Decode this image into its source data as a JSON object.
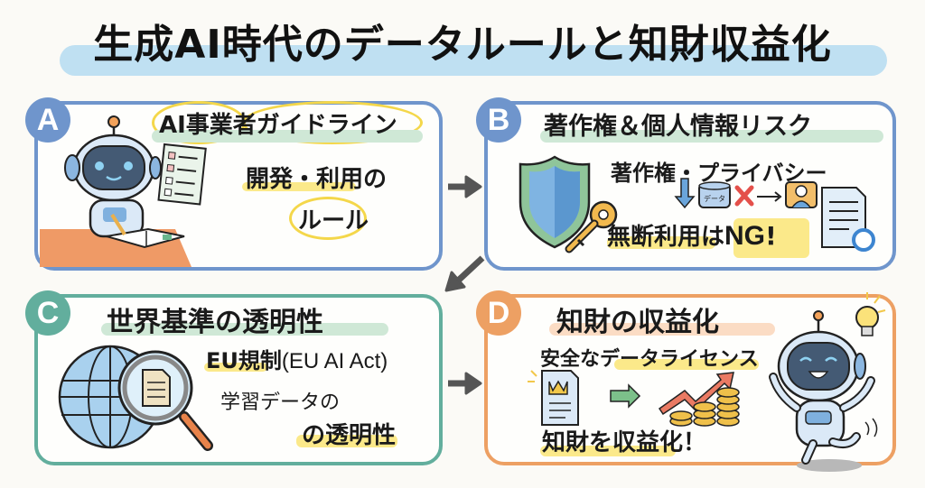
{
  "title": "生成AI時代のデータルールと知財収益化",
  "colors": {
    "blue": "#6f95cc",
    "teal": "#62ae9d",
    "orange": "#eda063",
    "title_highlight": "#bfe0f2",
    "yellow_marker": "#fbe98a",
    "arrow": "#555555"
  },
  "panels": {
    "a": {
      "badge": "A",
      "heading": "AI事業者ガイドライン",
      "line1": "開発・利用の",
      "line2": "ルール",
      "icons": [
        "robot-icon",
        "checklist-icon",
        "notebook-icon",
        "pencil-icon"
      ]
    },
    "b": {
      "badge": "B",
      "heading": "著作権＆個人情報リスク",
      "line1": "著作権・プライバシー",
      "data_label": "データ",
      "line2_main": "無断利用は",
      "line2_emph": "NG",
      "line2_end": "!",
      "icons": [
        "shield-icon",
        "key-icon",
        "down-arrow-icon",
        "database-icon",
        "cross-icon",
        "right-arrow-icon",
        "person-photo-icon",
        "document-icon",
        "circle-icon"
      ]
    },
    "c": {
      "badge": "C",
      "heading": "世界基準の透明性",
      "line1_emph": "EU規制",
      "line1_rest": "(EU AI Act)",
      "line2": "学習データの",
      "line3_pre": "の",
      "line3_emph": "透明性",
      "icons": [
        "globe-icon",
        "magnifier-icon",
        "document-icon"
      ]
    },
    "d": {
      "badge": "D",
      "heading": "知財の収益化",
      "line1_pre": "安全な",
      "line1_emph": "データライセンス",
      "line2": "知財を収益化！",
      "icons": [
        "crown-document-icon",
        "green-arrow-icon",
        "growth-arrow-icon",
        "coins-icon",
        "happy-robot-icon",
        "lightbulb-icon"
      ]
    }
  },
  "flow_arrows": [
    "A→B",
    "B→C",
    "C→D"
  ]
}
